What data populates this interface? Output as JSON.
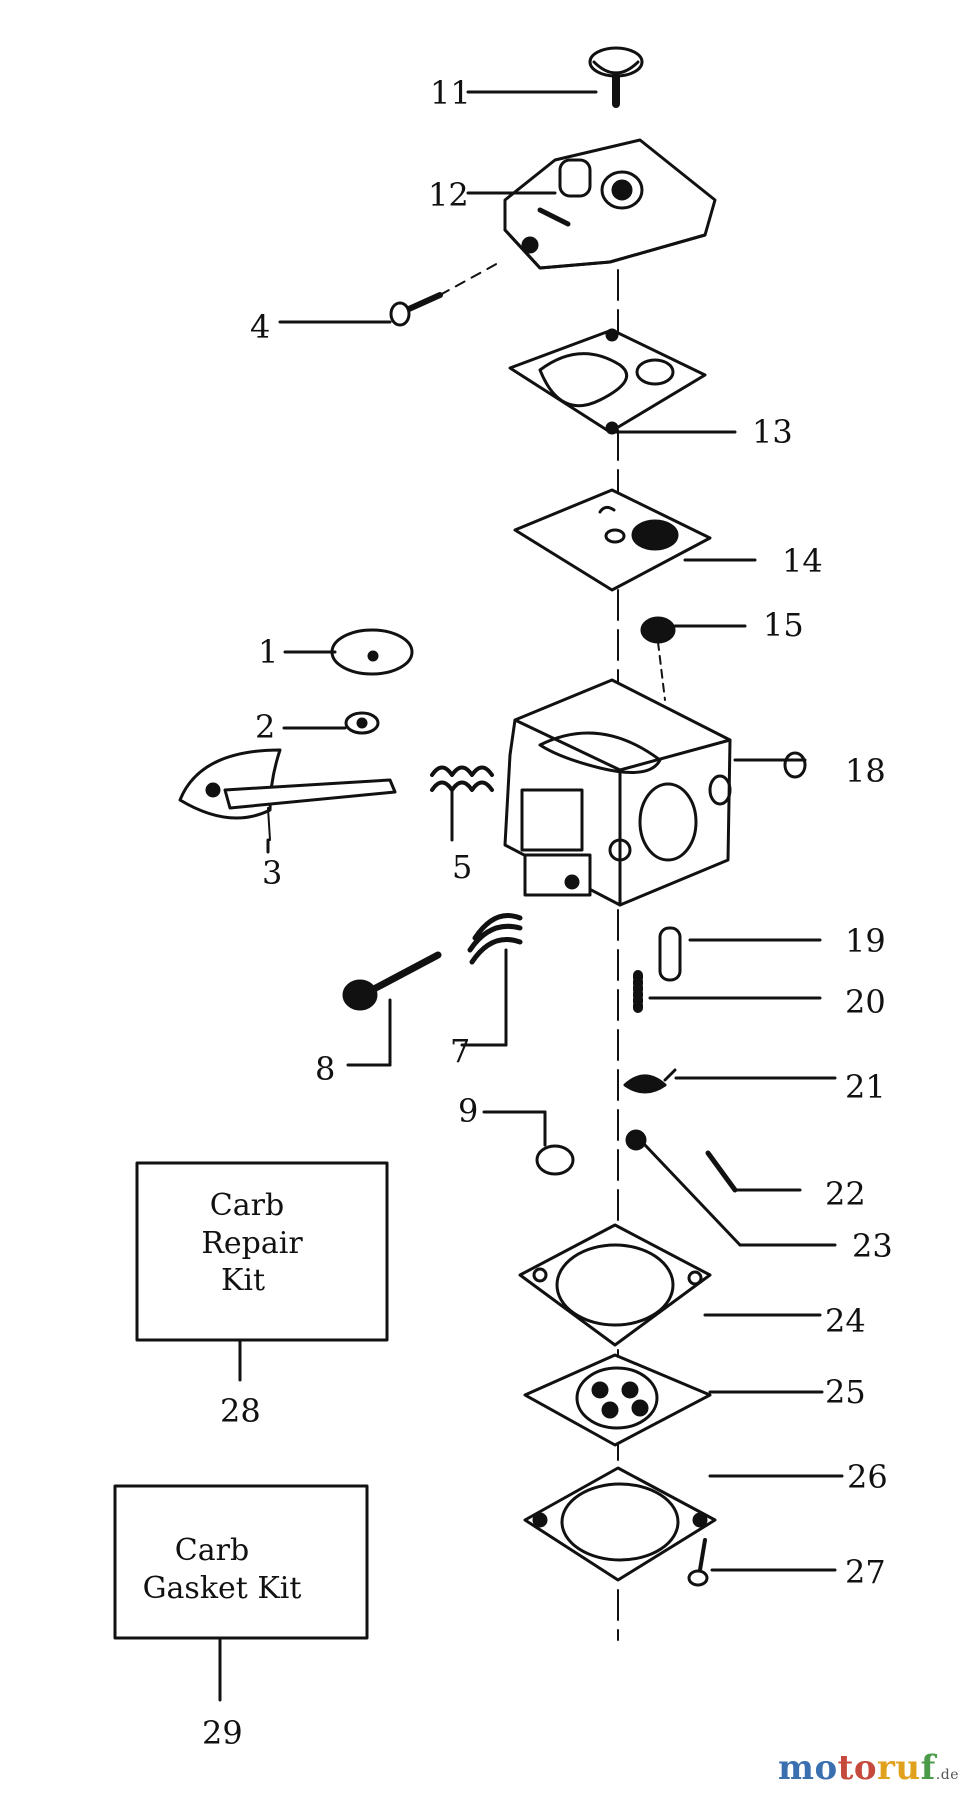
{
  "callouts": [
    "11",
    "12",
    "4",
    "13",
    "14",
    "15",
    "1",
    "2",
    "3",
    "5",
    "18",
    "19",
    "20",
    "8",
    "7",
    "21",
    "9",
    "22",
    "23",
    "24",
    "25",
    "26",
    "27",
    "28",
    "29"
  ],
  "kits": {
    "repair": {
      "line1": "Carb",
      "line2": "Repair",
      "line3": "Kit",
      "number": "28"
    },
    "gasket": {
      "line1": "Carb",
      "line2": "Gasket Kit",
      "number": "29"
    }
  },
  "watermark": {
    "p1": "mo",
    "p2": "to",
    "p3": "ru",
    "p4": "f",
    "tld": ".de"
  }
}
